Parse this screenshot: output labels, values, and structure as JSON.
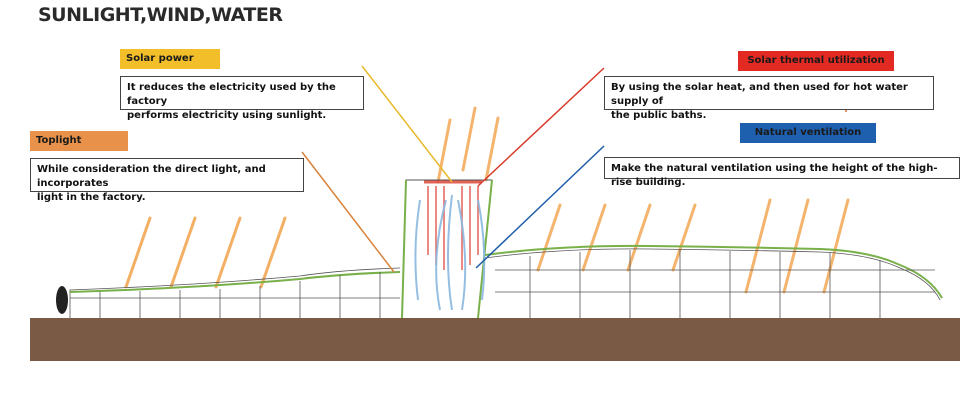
{
  "title": "SUNLIGHT,WIND,WATER",
  "callouts": {
    "solar_power": {
      "tag": "Solar power",
      "lines": [
        "It reduces the electricity used by the factory",
        "performs electricity using sunlight."
      ],
      "tag_color": "#f2bf2a",
      "line_color": "#e8b92a"
    },
    "toplight": {
      "tag": "Toplight",
      "lines": [
        "While consideration the direct light, and incorporates",
        "light in the factory."
      ],
      "tag_color": "#e8914a",
      "line_color": "#d9823a"
    },
    "solar_thermal": {
      "tag": "Solar thermal utilization",
      "lines": [
        "By using the solar heat, and then used for hot water supply of",
        "the public baths."
      ],
      "tag_color": "#e32a22",
      "line_color": "#d83a2a"
    },
    "natural_ventilation": {
      "tag": "Natural ventilation",
      "lines": [
        "Make the natural ventilation using the height of the high-rise building."
      ],
      "tag_color": "#1e5fae",
      "line_color": "#1c5ca8"
    }
  },
  "colors": {
    "ground": "#7a5a45",
    "sun_ray": "#f2a24a",
    "green_roof": "#79b04a",
    "heat_flow": "#e0483a",
    "air_flow": "#8ab8e0"
  }
}
